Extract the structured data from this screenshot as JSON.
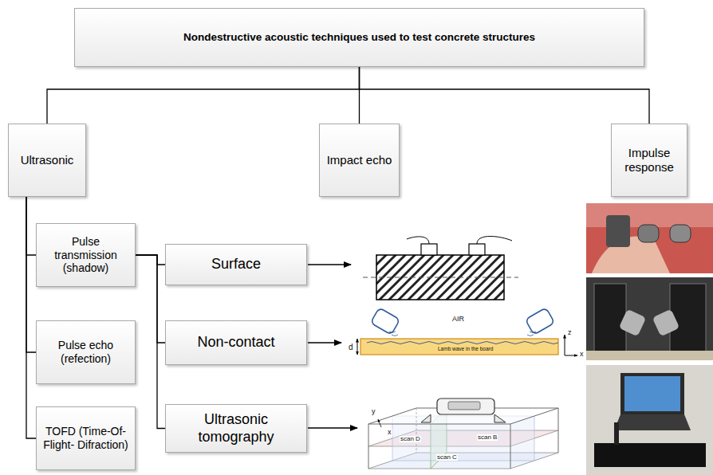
{
  "diagram": {
    "nodes": [
      {
        "text": [
          "Nondestructive acoustic techniques used to test concrete structures"
        ]
      },
      {
        "text": [
          "Ultrasonic"
        ]
      },
      {
        "text": [
          "Impact echo"
        ]
      },
      {
        "text": [
          "Impulse response"
        ]
      },
      {
        "text": [
          "Pulse transmission (shadow)"
        ]
      },
      {
        "text": [
          "Pulse echo (refection)"
        ]
      },
      {
        "text": [
          "TOFD (Time-Of-Flight- Difraction)"
        ]
      },
      {
        "text": [
          "Surface"
        ]
      },
      {
        "text": [
          "Non-contact"
        ]
      },
      {
        "text": [
          "Ultrasonic tomography"
        ]
      }
    ],
    "edges": [
      {
        "from": 0,
        "to": 1,
        "arrow": "none"
      },
      {
        "from": 0,
        "to": 2,
        "arrow": "none"
      },
      {
        "from": 0,
        "to": 3,
        "arrow": "none"
      },
      {
        "from": 1,
        "to": 4,
        "arrow": "none"
      },
      {
        "from": 1,
        "to": 5,
        "arrow": "none"
      },
      {
        "from": 1,
        "to": 6,
        "arrow": "none"
      },
      {
        "from": 4,
        "to": 7,
        "arrow": "none"
      },
      {
        "from": 4,
        "to": 8,
        "arrow": "none"
      },
      {
        "from": 4,
        "to": 9,
        "arrow": "none"
      }
    ],
    "labels": [
      "AIR",
      "Lamb wave in the board",
      "d",
      "z",
      "x",
      "y",
      "x",
      "scan D",
      "scan B",
      "scan C"
    ]
  }
}
